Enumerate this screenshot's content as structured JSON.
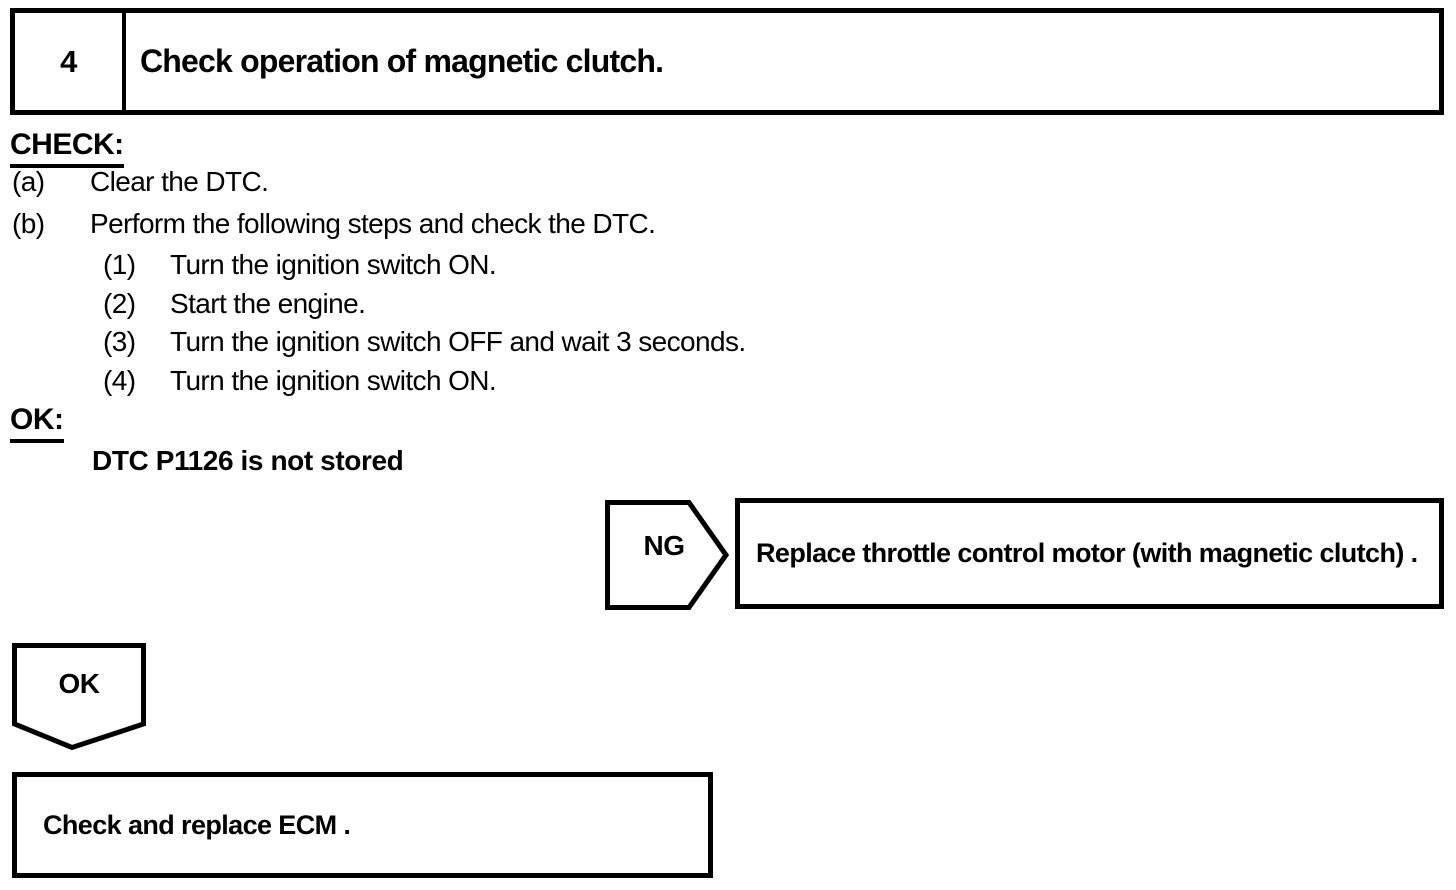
{
  "page": {
    "background": "#ffffff",
    "ink": "#000000"
  },
  "step_header": {
    "number": "4",
    "title": "Check operation of magnetic clutch."
  },
  "check_section": {
    "heading": "CHECK:",
    "items": [
      {
        "marker": "(a)",
        "text": "Clear the DTC."
      },
      {
        "marker": "(b)",
        "text": "Perform the following steps and check the DTC."
      }
    ],
    "substeps": [
      {
        "marker": "(1)",
        "text": "Turn the ignition switch ON."
      },
      {
        "marker": "(2)",
        "text": "Start the engine."
      },
      {
        "marker": "(3)",
        "text": "Turn the ignition switch OFF and wait 3 seconds."
      },
      {
        "marker": "(4)",
        "text": "Turn the ignition switch ON."
      }
    ]
  },
  "ok_section": {
    "heading": "OK:",
    "result": "DTC P1126 is not stored"
  },
  "flowchart": {
    "ng_connector_label": "NG",
    "ng_action": "Replace throttle control motor (with magnetic clutch) .",
    "ok_connector_label": "OK",
    "ok_action": "Check and replace ECM ."
  }
}
